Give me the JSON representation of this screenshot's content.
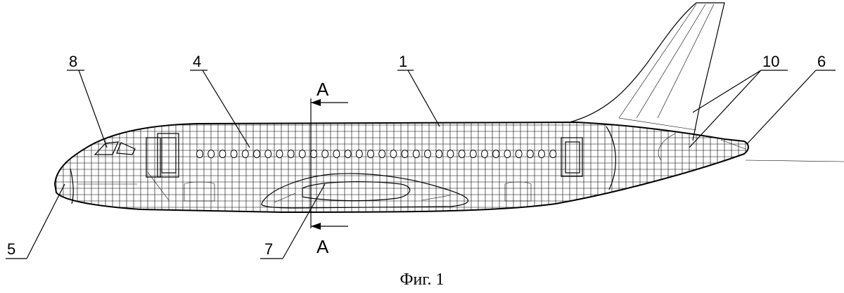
{
  "figure": {
    "caption": "Фиг. 1",
    "section_letter": "А",
    "labels": {
      "fuselage": "1",
      "windows": "4",
      "nose": "5",
      "tail_cone": "6",
      "wing_fairing": "7",
      "cockpit": "8",
      "tail_surfaces": "10"
    }
  }
}
